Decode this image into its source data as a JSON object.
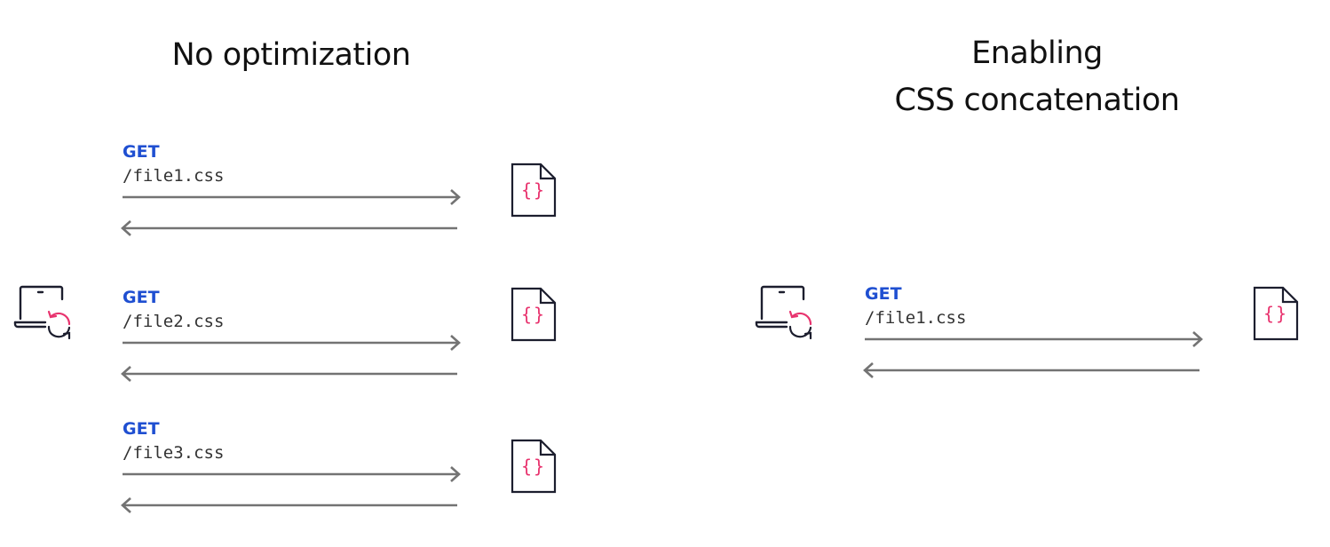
{
  "left_panel": {
    "title": "No optimization",
    "requests": [
      {
        "method": "GET",
        "path": "/file1.css",
        "file_glyph": "{}"
      },
      {
        "method": "GET",
        "path": "/file2.css",
        "file_glyph": "{}"
      },
      {
        "method": "GET",
        "path": "/file3.css",
        "file_glyph": "{}"
      }
    ]
  },
  "right_panel": {
    "title_line1": "Enabling",
    "title_line2": "CSS concatenation",
    "requests": [
      {
        "method": "GET",
        "path": "/file1.css",
        "file_glyph": "{}"
      }
    ]
  },
  "icons": {
    "client": "laptop-refresh-icon",
    "file": "css-file-icon"
  },
  "colors": {
    "method": "#1f4fd1",
    "accent": "#e8336e",
    "arrow": "#737373",
    "stroke": "#1c1e2e"
  }
}
